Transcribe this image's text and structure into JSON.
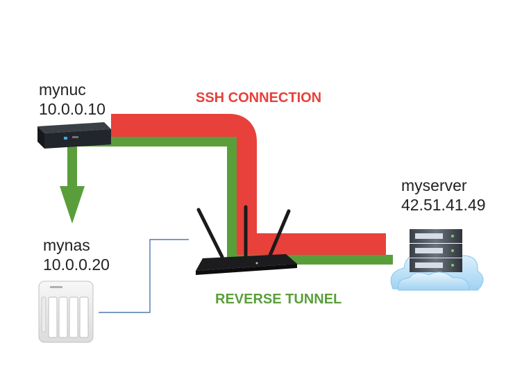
{
  "nodes": {
    "nuc": {
      "name": "mynuc",
      "ip": "10.0.0.10"
    },
    "nas": {
      "name": "mynas",
      "ip": "10.0.0.20"
    },
    "server": {
      "name": "myserver",
      "ip": "42.51.41.49"
    }
  },
  "connections": {
    "ssh_label": "SSH CONNECTION",
    "tunnel_label": "REVERSE TUNNEL"
  },
  "colors": {
    "ssh": "#e8403a",
    "tunnel": "#5a9e3b",
    "wire": "#2f5f9e",
    "text": "#222222"
  },
  "icons": {
    "nuc": "mini-pc-icon",
    "nas": "nas-device-icon",
    "router": "router-icon",
    "server": "cloud-server-icon"
  }
}
